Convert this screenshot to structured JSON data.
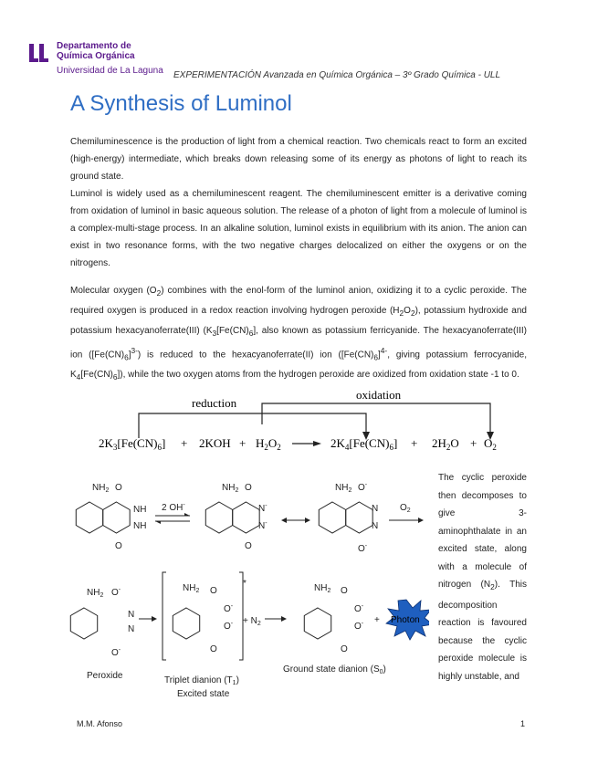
{
  "logo": {
    "line1": "Departamento de",
    "line2": "Química Orgánica",
    "line3": "Universidad de La Laguna",
    "color": "#5b1a8c"
  },
  "header": "EXPERIMENTACIÓN Avanzada en Química Orgánica – 3º Grado Química - ULL",
  "title": "A Synthesis of Luminol",
  "title_color": "#2f6ec4",
  "paragraphs": [
    "Chemiluminescence is the production of light from a chemical reaction. Two chemicals react to form an excited (high-energy) intermediate, which breaks down releasing some of its energy as photons of light to reach its ground state.",
    "Luminol is widely used as a chemiluminescent reagent. The chemiluminescent emitter is a derivative coming from oxidation of luminol in basic aqueous solution. The release of a photon of light from a molecule of luminol is a complex-multi-stage process. In an alkaline solution, luminol exists in equilibrium with its anion. The anion can exist in two resonance forms, with the two negative charges delocalized on either the oxygens or on the nitrogens."
  ],
  "paragraph3": {
    "p1": "Molecular oxygen (O",
    "p2": ") combines with the enol-form of the luminol anion, oxidizing it to a cyclic peroxide. The required oxygen is produced in a redox reaction involving hydrogen peroxide (H",
    "p3": "O",
    "p4": "), potassium hydroxide and potassium hexacyanoferrate(III) (K",
    "p5": "[Fe(CN)",
    "p6": "], also known as potassium ferricyanide. The hexacyanoferrate(III) ion ([Fe(CN)",
    "p7": "]",
    "p8": ") is reduced to the hexacyanoferrate(II) ion ([Fe(CN)",
    "p9": "]",
    "p10": ", giving potassium ferrocyanide, K",
    "p11": "[Fe(CN)",
    "p12": "]), while the two oxygen atoms from the hydrogen peroxide are oxidized from oxidation state -1 to 0.",
    "sub2": "2",
    "sub3": "3",
    "sub4": "4",
    "sub6": "6",
    "sup3": "3-",
    "sup4": "4-"
  },
  "equation": {
    "reduction": "reduction",
    "oxidation": "oxidation",
    "terms": [
      "2K",
      "3",
      "[Fe(CN)",
      "6",
      "]",
      "+",
      "2KOH",
      "+",
      "H",
      "2",
      "O",
      "2",
      "2K",
      "4",
      "[Fe(CN)",
      "6",
      "]",
      "+",
      "2H",
      "2",
      "O",
      "+",
      "O",
      "2"
    ]
  },
  "scheme": {
    "nh2": "NH",
    "two": "2",
    "o": "O",
    "nh": "NH",
    "n": "N",
    "minus": "-",
    "reagent1": "2 OH",
    "reagent2": "O",
    "n2": "+ N",
    "plus": "+",
    "star": "*",
    "photon": "Photon",
    "photon_color": "#1f5fbf",
    "label_peroxide": "Peroxide",
    "label_triplet": "Triplet dianion (T",
    "label_triplet_sub": "1",
    "label_excited": "Excited state",
    "label_ground": "Ground state dianion (S",
    "label_ground_sub": "0",
    "close_paren": ")"
  },
  "side_text": "The cyclic peroxide then decomposes to give 3-aminophthalate in an excited state, along with a molecule of nitrogen (N",
  "side_text_sub": "2",
  "side_text2": "). This decomposition reaction is favoured because the cyclic peroxide molecule is highly unstable, and",
  "footer": {
    "author": "M.M. Afonso",
    "page": "1"
  }
}
